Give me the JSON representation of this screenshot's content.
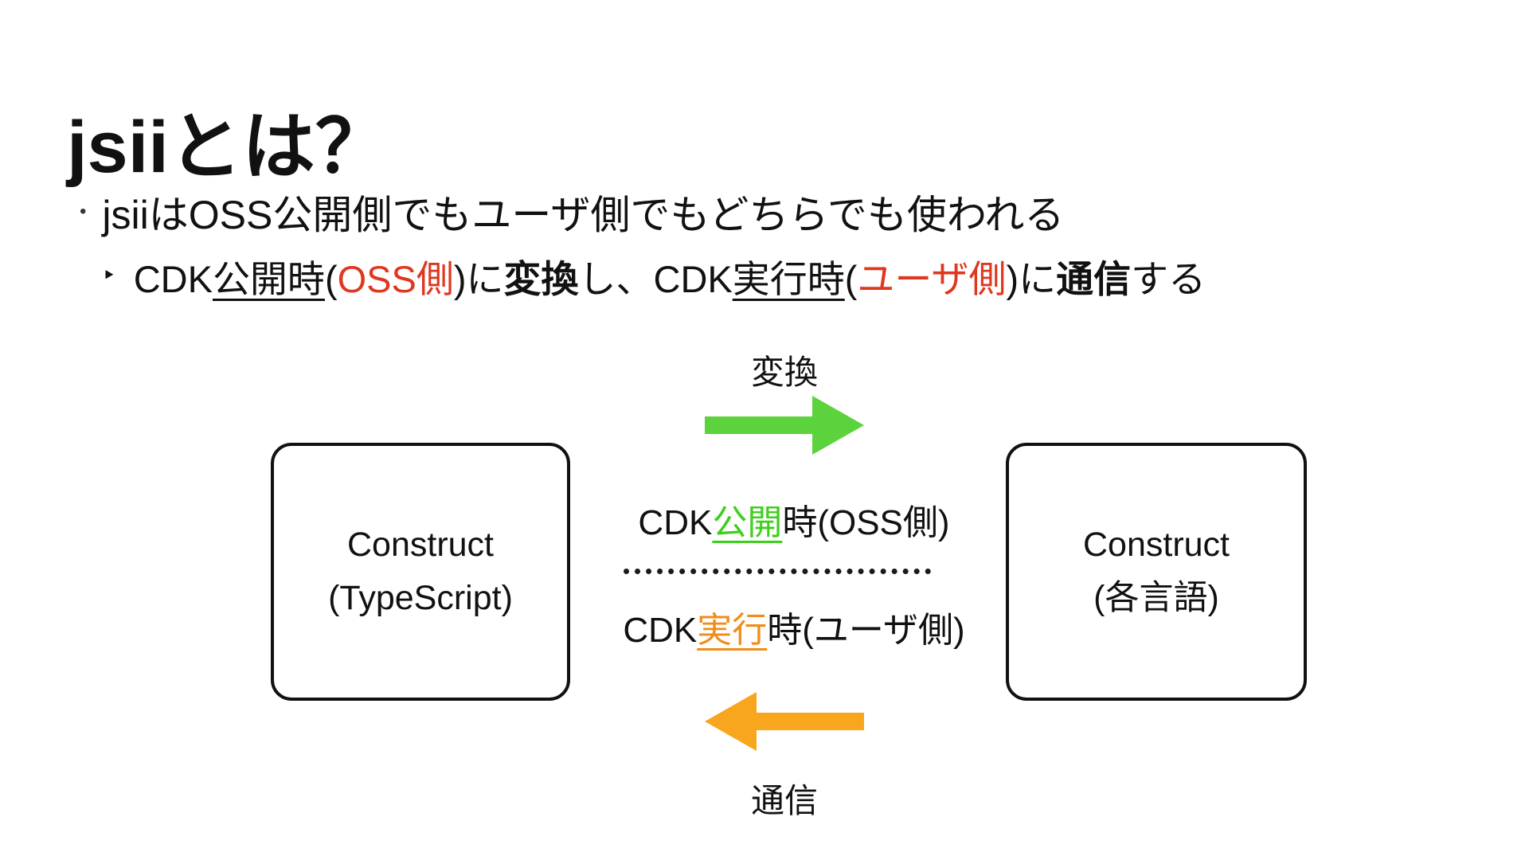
{
  "slide": {
    "title": "jsiiとは？",
    "bullets": {
      "level1": {
        "marker": "•",
        "text": "jsiiはOSS公開側でもユーザ側でもどちらでも使われる"
      },
      "level2": {
        "marker": "‣",
        "segments": [
          {
            "text": "CDK",
            "style": "plain"
          },
          {
            "text": "公開時",
            "style": "underline"
          },
          {
            "text": "(",
            "style": "plain"
          },
          {
            "text": "OSS側",
            "style": "red"
          },
          {
            "text": ")に",
            "style": "plain"
          },
          {
            "text": "変換",
            "style": "bold"
          },
          {
            "text": "し、CDK",
            "style": "plain"
          },
          {
            "text": "実行時",
            "style": "underline"
          },
          {
            "text": "(",
            "style": "plain"
          },
          {
            "text": "ユーザ側",
            "style": "red"
          },
          {
            "text": ")に",
            "style": "plain"
          },
          {
            "text": "通信",
            "style": "bold"
          },
          {
            "text": "する",
            "style": "plain"
          }
        ]
      }
    },
    "diagram": {
      "left_box": {
        "line1": "Construct",
        "line2": "(TypeScript)"
      },
      "right_box": {
        "line1": "Construct",
        "line2": "(各言語)"
      },
      "top_arrow_label": "変換",
      "bottom_arrow_label": "通信",
      "publish_label": {
        "segments": [
          {
            "text": "CDK",
            "style": "plain"
          },
          {
            "text": "公開",
            "style": "green-underline"
          },
          {
            "text": "時(OSS側)",
            "style": "plain"
          }
        ]
      },
      "runtime_label": {
        "segments": [
          {
            "text": "CDK",
            "style": "plain"
          },
          {
            "text": "実行",
            "style": "orange-underline"
          },
          {
            "text": "時(ユーザ側)",
            "style": "plain"
          }
        ]
      }
    },
    "colors": {
      "background": "#ffffff",
      "text": "#111111",
      "red_text": "#e0371f",
      "green_text": "#3ecf1d",
      "green_arrow": "#5cd33c",
      "orange_text": "#ef8d16",
      "orange_arrow": "#f8a61d"
    }
  }
}
